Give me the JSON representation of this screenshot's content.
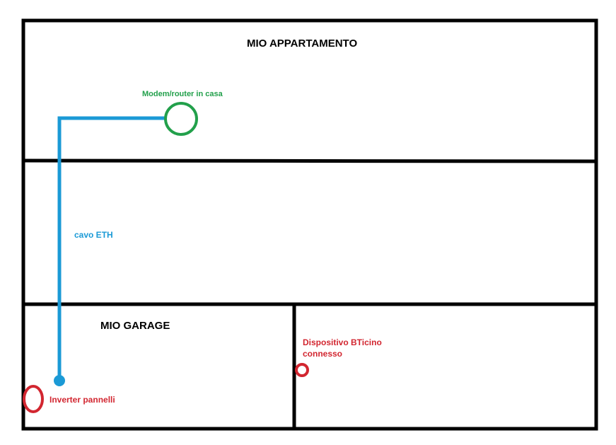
{
  "colors": {
    "walls": "#000000",
    "cable": "#1b9ad6",
    "router": "#22a04b",
    "device": "#d22630"
  },
  "labels": {
    "apartment": "MIO APPARTAMENTO",
    "router": "Modem/router in casa",
    "cable": "cavo ETH",
    "garage": "MIO GARAGE",
    "inverter": "Inverter pannelli",
    "bticino_line1": "Dispositivo BTicino",
    "bticino_line2": "connesso"
  }
}
